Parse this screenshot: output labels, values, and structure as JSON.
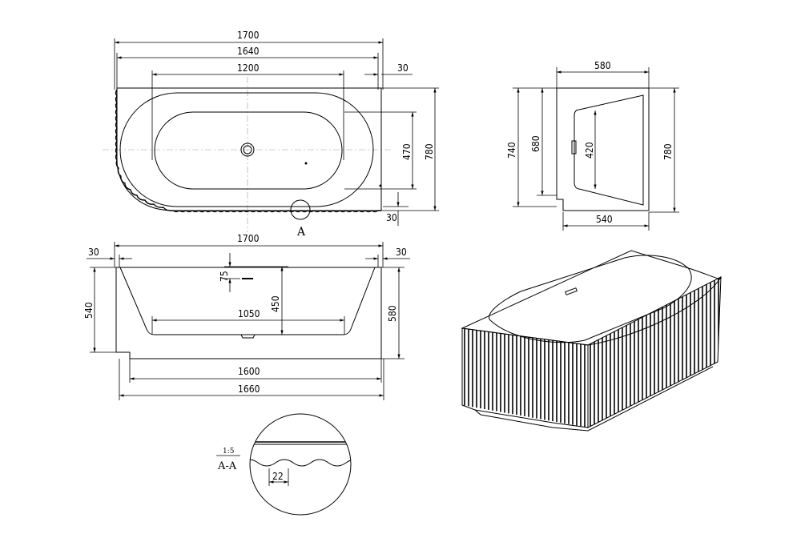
{
  "top_view": {
    "dim_overall": "1700",
    "dim_outer": "1640",
    "dim_inner": "1200",
    "dim_wall": "30",
    "dim_inner_width": "470",
    "dim_width": "780",
    "dim_bottom_wall": "30",
    "section_marker": "A"
  },
  "side_view": {
    "dim_top": "580",
    "dim_total_height": "740",
    "dim_height": "680",
    "dim_depth": "420",
    "dim_right_height": "780",
    "dim_bottom": "540"
  },
  "front_view": {
    "dim_left_wall": "30",
    "dim_overall": "1700",
    "dim_right_wall": "30",
    "dim_drain": "75",
    "dim_left_height": "540",
    "dim_inner_depth": "450",
    "dim_floor": "1050",
    "dim_right_height": "580",
    "dim_base": "1600",
    "dim_base_outer": "1660"
  },
  "detail": {
    "scale": "1:5",
    "label": "A-A",
    "dim_rib": "22"
  }
}
